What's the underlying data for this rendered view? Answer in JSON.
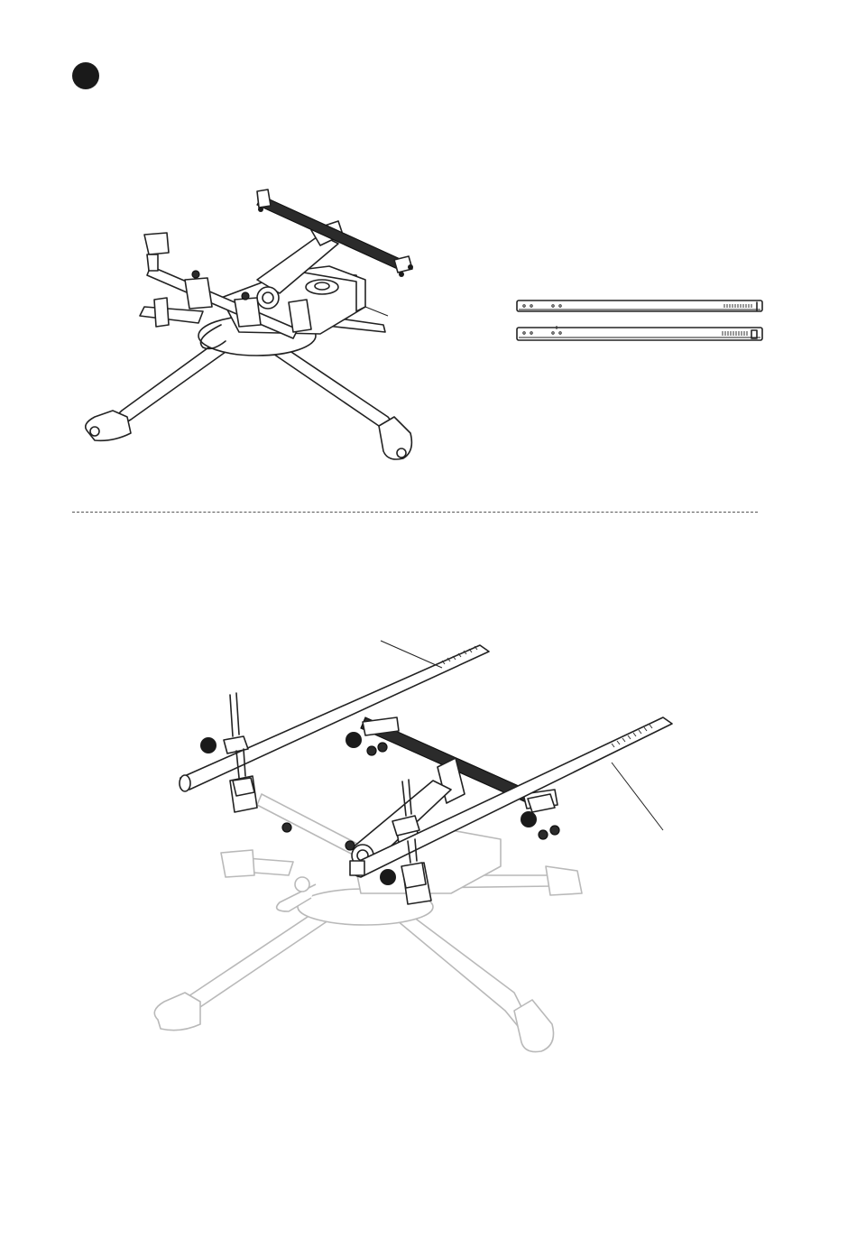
{
  "page": {
    "step_marker": "filled-circle-step-marker",
    "divider": "dashed-line",
    "colors": {
      "ink": "#222222",
      "ghost": "#b9b9b9",
      "background": "#ffffff"
    }
  },
  "figures": [
    {
      "name": "drone-frame-with-mount-bar",
      "icon": "drone-frame-illustration"
    },
    {
      "name": "side-rails-pair",
      "icon": "rail-parts-illustration",
      "count": 2
    },
    {
      "name": "rail-installation-exploded-view",
      "icon": "exploded-assembly-illustration",
      "callout_markers": 4
    }
  ]
}
